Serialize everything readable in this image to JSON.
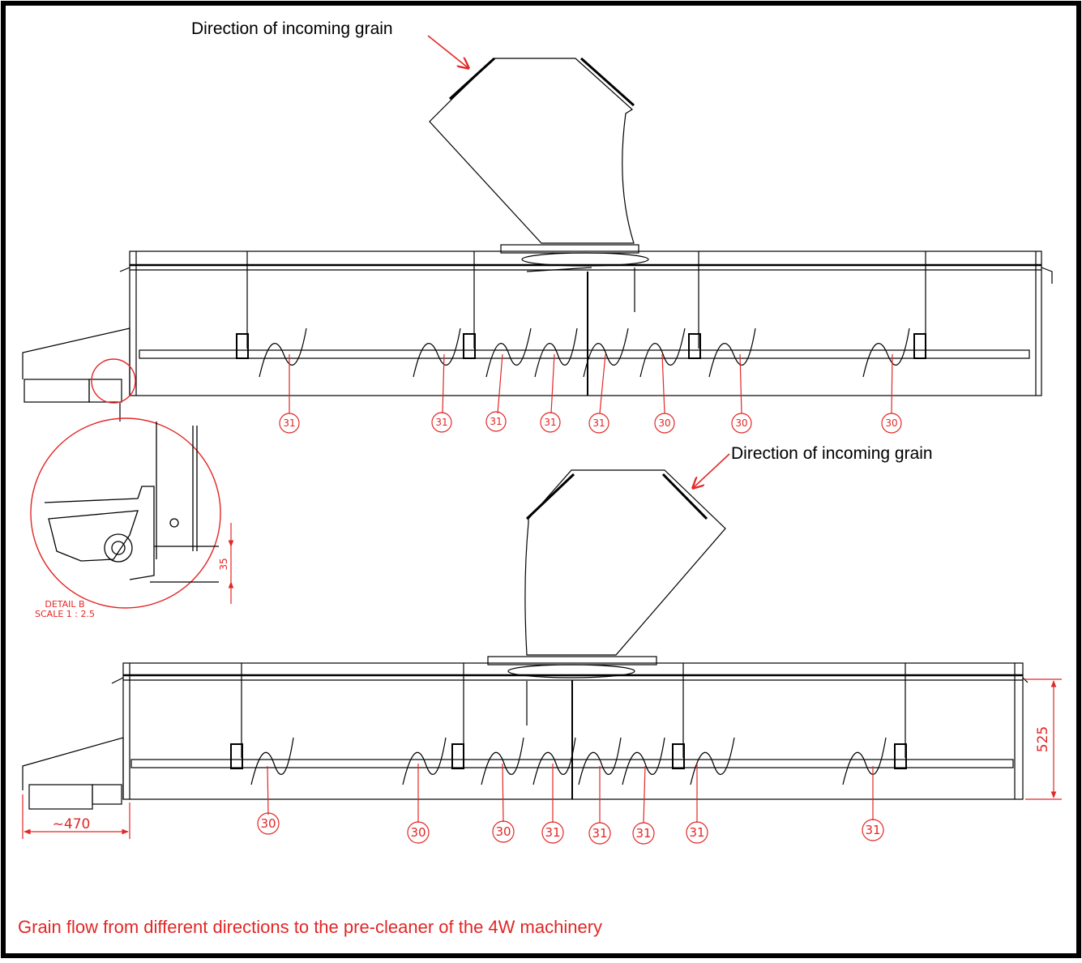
{
  "captions": {
    "top_direction": "Direction of incoming grain",
    "middle_direction": "Direction of incoming grain",
    "figure_caption": "Grain flow from different directions to the pre-cleaner of the 4W machinery"
  },
  "detail": {
    "title": "DETAIL B",
    "scale": "SCALE 1 : 2.5",
    "dimension": "35"
  },
  "dimensions": {
    "overhang": "~470",
    "height": "525"
  },
  "top_balloons": [
    "31",
    "31",
    "31",
    "31",
    "31",
    "30",
    "30",
    "30"
  ],
  "bottom_balloons": [
    "30",
    "30",
    "30",
    "31",
    "31",
    "31",
    "31",
    "31"
  ],
  "colors": {
    "annotation": "#e32626",
    "line": "#000000",
    "frame": "#000000"
  }
}
